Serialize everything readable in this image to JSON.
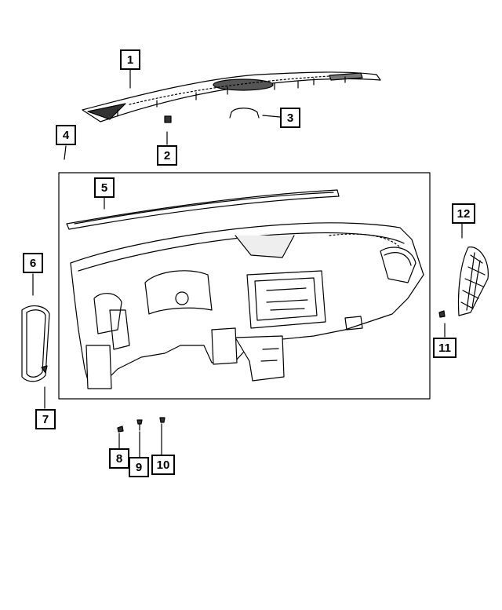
{
  "diagram": {
    "callouts": [
      {
        "id": "1",
        "label": "1"
      },
      {
        "id": "2",
        "label": "2"
      },
      {
        "id": "3",
        "label": "3"
      },
      {
        "id": "4",
        "label": "4"
      },
      {
        "id": "5",
        "label": "5"
      },
      {
        "id": "6",
        "label": "6"
      },
      {
        "id": "7",
        "label": "7"
      },
      {
        "id": "8",
        "label": "8"
      },
      {
        "id": "9",
        "label": "9"
      },
      {
        "id": "10",
        "label": "10"
      },
      {
        "id": "11",
        "label": "11"
      },
      {
        "id": "12",
        "label": "12"
      }
    ],
    "colors": {
      "line": "#000000",
      "fill": "#ffffff",
      "shade": "#cfcfcf"
    }
  }
}
